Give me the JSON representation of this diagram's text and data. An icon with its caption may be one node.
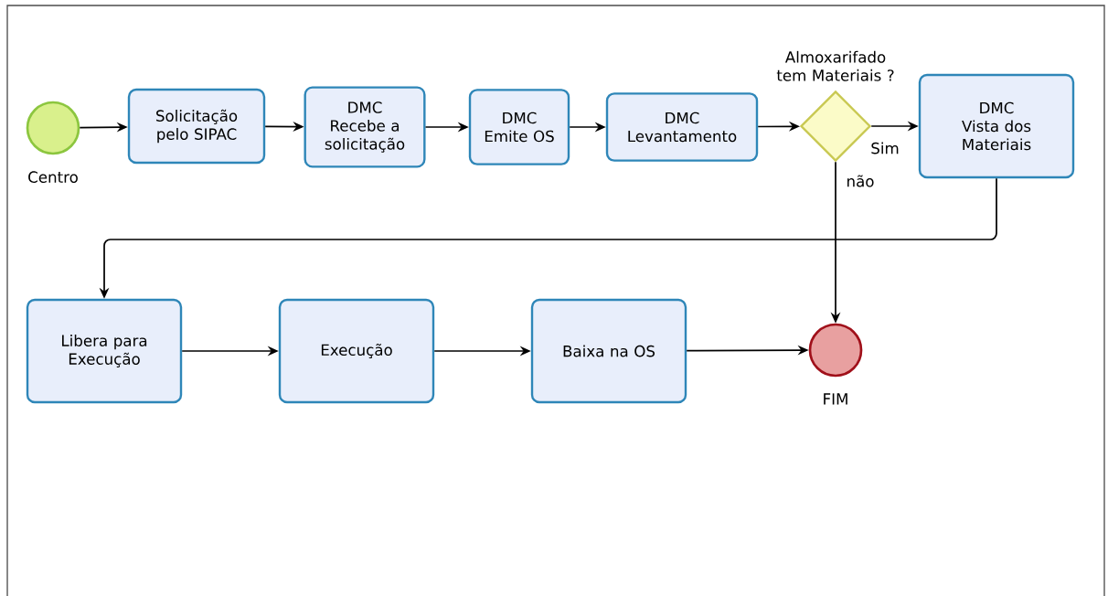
{
  "diagram": {
    "nodes": [
      {
        "text": [
          "Centro"
        ]
      },
      {
        "text": [
          "Solicitação pelo SIPAC"
        ]
      },
      {
        "text": [
          "DMC",
          "Recebe a solicitação"
        ]
      },
      {
        "text": [
          "DMC",
          "Emite OS"
        ]
      },
      {
        "text": [
          "DMC",
          "Levantamento"
        ]
      },
      {
        "text": [
          "Almoxarifado tem Materiais ?"
        ]
      },
      {
        "text": [
          "DMC",
          "Vista dos Materiais"
        ]
      },
      {
        "text": [
          "Libera para Execução"
        ]
      },
      {
        "text": [
          "Execução"
        ]
      },
      {
        "text": [
          "Baixa na OS"
        ]
      },
      {
        "text": [
          "FIM"
        ]
      }
    ],
    "edges": [
      {
        "from": 0,
        "to": 1,
        "arrow": "to"
      },
      {
        "from": 1,
        "to": 2,
        "arrow": "to"
      },
      {
        "from": 2,
        "to": 3,
        "arrow": "to"
      },
      {
        "from": 3,
        "to": 4,
        "arrow": "to"
      },
      {
        "from": 4,
        "to": 5,
        "arrow": "to"
      },
      {
        "from": 5,
        "to": 6,
        "arrow": "to",
        "label": "Sim"
      },
      {
        "from": 5,
        "to": 10,
        "arrow": "to",
        "label": "não"
      },
      {
        "from": 6,
        "to": 7,
        "arrow": "to"
      },
      {
        "from": 7,
        "to": 8,
        "arrow": "to"
      },
      {
        "from": 8,
        "to": 9,
        "arrow": "to"
      },
      {
        "from": 9,
        "to": 10,
        "arrow": "to"
      }
    ]
  }
}
